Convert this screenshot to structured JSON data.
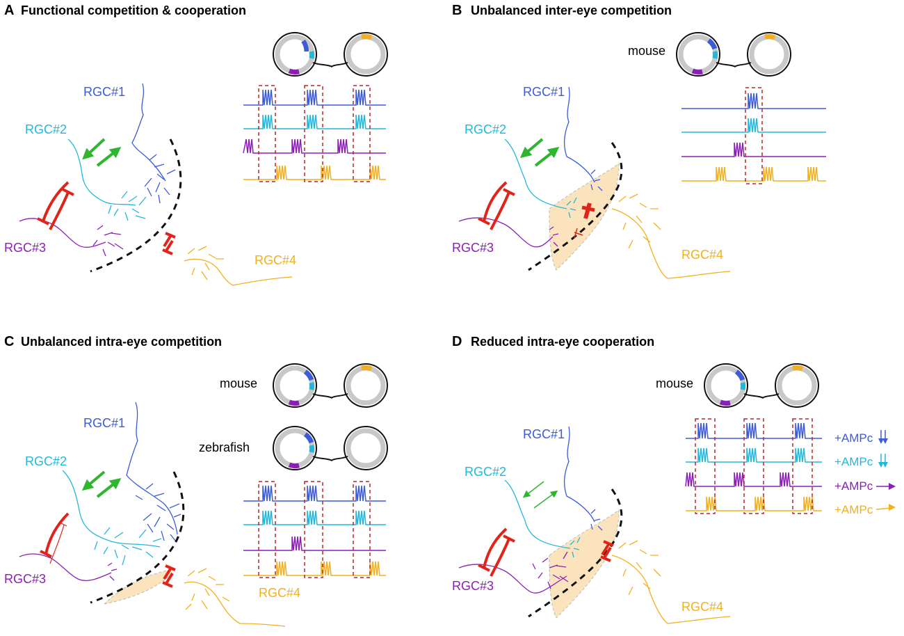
{
  "colors": {
    "rgc1": "#3b5bd9",
    "rgc2": "#22b8dc",
    "rgc3": "#8b1fb5",
    "rgc4": "#f2b01e",
    "inhibition": "#e2231a",
    "cooperation": "#2fb52f",
    "boundary": "#111111",
    "overlap_fill": "#fbe3bd",
    "eye_ring": "#c8c8c8"
  },
  "panels": [
    {
      "id": "A",
      "letter": "A",
      "title": "Functional competition & cooperation",
      "species": [],
      "labels": {
        "rgc1": "RGC#1",
        "rgc2": "RGC#2",
        "rgc3": "RGC#3",
        "rgc4": "RGC#4"
      },
      "ampc": []
    },
    {
      "id": "B",
      "letter": "B",
      "title": "Unbalanced inter-eye competition",
      "species": [
        "mouse"
      ],
      "labels": {
        "rgc1": "RGC#1",
        "rgc2": "RGC#2",
        "rgc3": "RGC#3",
        "rgc4": "RGC#4"
      },
      "ampc": []
    },
    {
      "id": "C",
      "letter": "C",
      "title": "Unbalanced intra-eye competition",
      "species": [
        "mouse",
        "zebrafish"
      ],
      "labels": {
        "rgc1": "RGC#1",
        "rgc2": "RGC#2",
        "rgc3": "RGC#3",
        "rgc4": "RGC#4"
      },
      "ampc": []
    },
    {
      "id": "D",
      "letter": "D",
      "title": "Reduced intra-eye cooperation",
      "species": [
        "mouse"
      ],
      "labels": {
        "rgc1": "RGC#1",
        "rgc2": "RGC#2",
        "rgc3": "RGC#3",
        "rgc4": "RGC#4"
      },
      "ampc": [
        "+AMPc",
        "+AMPc",
        "+AMPc",
        "+AMPc"
      ]
    }
  ]
}
